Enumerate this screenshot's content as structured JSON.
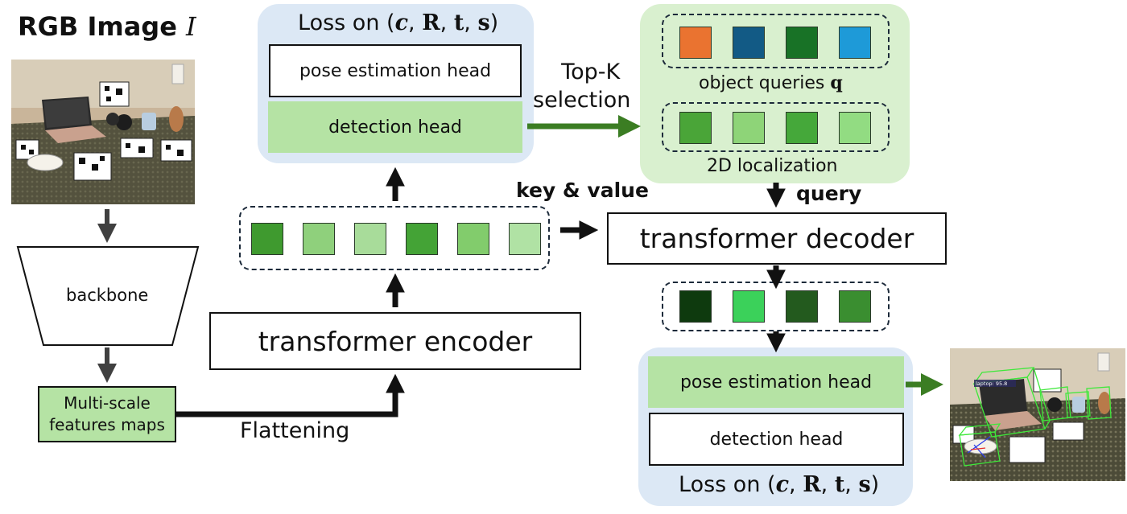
{
  "input": {
    "title_text": "RGB Image",
    "title_symbol": "I"
  },
  "backbone": {
    "label": "backbone"
  },
  "features": {
    "line1": "Multi-scale",
    "line2": "features maps"
  },
  "flattening": {
    "label": "Flattening"
  },
  "encoder": {
    "label": "transformer encoder"
  },
  "top_loss": {
    "prefix": "Loss on (",
    "c": "c",
    "R": "R",
    "t": "t",
    "s": "s",
    "suffix": ")",
    "pose_head": "pose estimation head",
    "det_head": "detection head"
  },
  "topk": {
    "line1": "Top-K",
    "line2": "selection"
  },
  "queries_panel": {
    "object_queries": "object queries",
    "q_symbol": "q",
    "localization": "2D localization"
  },
  "key_value": {
    "label": "key & value"
  },
  "query": {
    "label": "query"
  },
  "decoder": {
    "label": "transformer decoder"
  },
  "bottom_loss": {
    "prefix": "Loss on (",
    "c": "c",
    "R": "R",
    "t": "t",
    "s": "s",
    "suffix": ")",
    "pose_head": "pose estimation head",
    "det_head": "detection head"
  },
  "output_image": {
    "overlay_label": "laptop: 95.8"
  },
  "colors": {
    "encoder_tokens": [
      "#3f9a2f",
      "#8fd07c",
      "#a8dc9a",
      "#44a336",
      "#82cc6c",
      "#b0e2a4"
    ],
    "object_queries": [
      "#ea7330",
      "#125a85",
      "#187226",
      "#1e9ad8"
    ],
    "localization": [
      "#4aa538",
      "#8ed478",
      "#45a83a",
      "#92dc82"
    ],
    "decoder_tokens": [
      "#0e3a0e",
      "#3bd15a",
      "#235a1e",
      "#3a8e30"
    ],
    "panel_blue": "#dce8f5",
    "panel_green": "#d9f0cf",
    "head_green": "#b5e3a4",
    "arrow_green": "#3b7d23"
  }
}
